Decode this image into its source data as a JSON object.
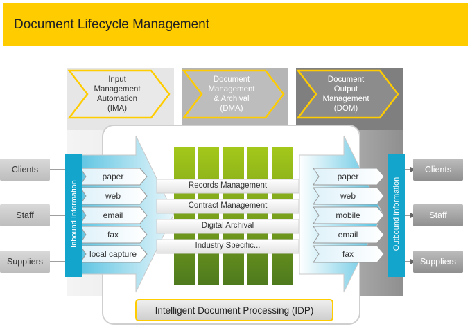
{
  "title": "Document Lifecycle Management",
  "columns": [
    {
      "lines": [
        "Input",
        "Management",
        "Automation",
        "(IMA)"
      ],
      "bg": "#e6e6e6",
      "fill": "#e9e9e9",
      "text": "#333333"
    },
    {
      "lines": [
        "Document",
        "Management",
        "& Archival",
        "(DMA)"
      ],
      "bg": "#b5b5b5",
      "fill": "#bdbdbd",
      "text": "#ffffff"
    },
    {
      "lines": [
        "Document",
        "Output",
        "Management",
        "(DOM)"
      ],
      "bg": "#7f7f7f",
      "fill": "#8c8c8c",
      "text": "#ffffff"
    }
  ],
  "inbound_label": "Inbound Information",
  "outbound_label": "Outbound Information",
  "sources": [
    "Clients",
    "Staff",
    "Suppliers"
  ],
  "destinations": [
    "Clients",
    "Staff",
    "Suppliers"
  ],
  "inbound_channels": [
    "paper",
    "web",
    "email",
    "fax",
    "local capture"
  ],
  "outbound_channels": [
    "paper",
    "web",
    "mobile",
    "email",
    "fax"
  ],
  "bands": [
    "Records Management",
    "Contract Management",
    "Digital Archival",
    "Industry Specific..."
  ],
  "idp": "Intelligent Document Processing (IDP)",
  "colors": {
    "accent": "#ffcc00",
    "bar": "#14a5cc",
    "green_top": "#a4c81a",
    "green_bottom": "#4e7a1e"
  }
}
